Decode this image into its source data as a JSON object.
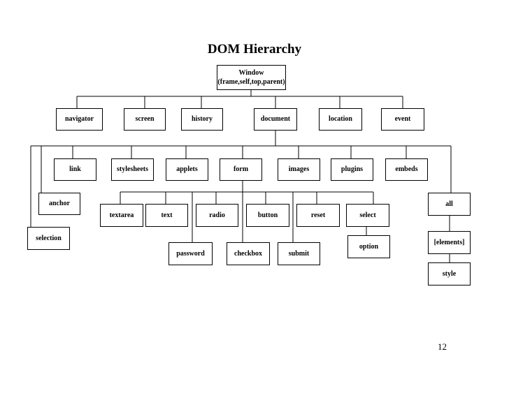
{
  "title": "DOM Hierarchy",
  "page_number": "12",
  "nodes": {
    "window": {
      "label": "Window",
      "sublabel": "(frame,self,top,parent)"
    },
    "navigator": "navigator",
    "screen": "screen",
    "history": "history",
    "document": "document",
    "location": "location",
    "event": "event",
    "link": "link",
    "stylesheets": "stylesheets",
    "applets": "applets",
    "form": "form",
    "images": "images",
    "plugins": "plugins",
    "embeds": "embeds",
    "anchor": "anchor",
    "selection": "selection",
    "all": "all",
    "elements": "[elements]",
    "style": "style",
    "textarea": "textarea",
    "text": "text",
    "radio": "radio",
    "button": "button",
    "reset": "reset",
    "select": "select",
    "option": "option",
    "password": "password",
    "checkbox": "checkbox",
    "submit": "submit"
  }
}
